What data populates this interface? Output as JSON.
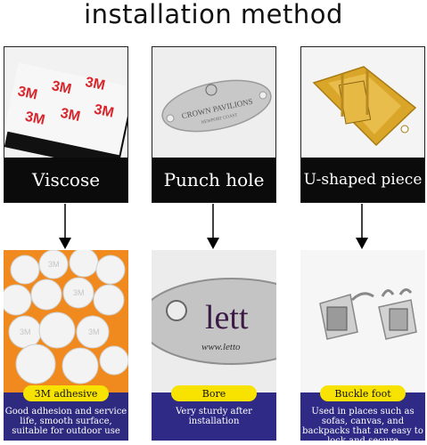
{
  "title": "installation method",
  "methods": [
    {
      "label": "Viscose",
      "result_label": "3M adhesive",
      "description": "Good adhesion and service life, smooth surface, suitable for outdoor use",
      "image_text": "3M"
    },
    {
      "label": "Punch hole",
      "result_label": "Bore",
      "description": "Very sturdy after installation",
      "image_text": "CROWN PAVILIONS",
      "image_subtext": "NEWPORT COAST",
      "bottom_image_text": "lett",
      "bottom_image_subtext": "www.letto"
    },
    {
      "label": "U-shaped piece",
      "result_label": "Buckle foot",
      "description": "Used in places such as sofas, canvas, and backpacks that are easy to lock and secure"
    }
  ],
  "colors": {
    "label_bg": "#0b0b0b",
    "desc_bg": "#2f2a86",
    "pill_bg": "#f7e200",
    "adhesive_orange": "#f08a1e",
    "gold": "#d9a62a"
  }
}
